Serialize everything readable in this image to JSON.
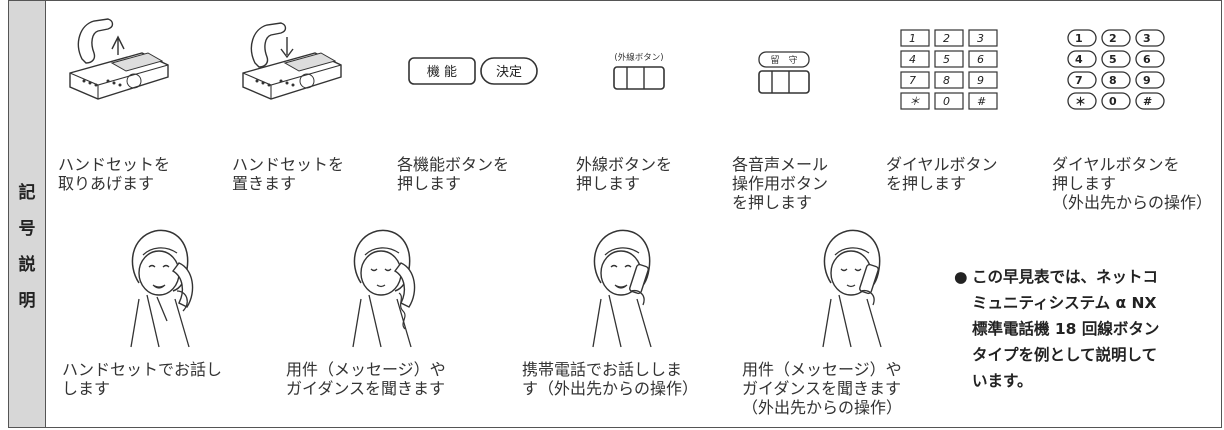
{
  "sidebar": {
    "title_chars": [
      "記",
      "号",
      "説",
      "明"
    ]
  },
  "row1": [
    {
      "lines": [
        "ハンドセットを",
        "取りあげます"
      ],
      "icon": "phone-handset-lifted-icon"
    },
    {
      "lines": [
        "ハンドセットを",
        "置きます"
      ],
      "icon": "phone-handset-placed-icon"
    },
    {
      "lines": [
        "各機能ボタンを",
        "押します"
      ],
      "icon": "function-keys-icon"
    },
    {
      "lines": [
        "外線ボタンを",
        "押します"
      ],
      "icon": "outside-line-key-icon"
    },
    {
      "lines": [
        "各音声メール",
        "操作用ボタン",
        "を押します"
      ],
      "icon": "voicemail-key-icon"
    },
    {
      "lines": [
        "ダイヤルボタン",
        "を押します"
      ],
      "icon": "dial-pad-icon"
    },
    {
      "lines": [
        "ダイヤルボタンを",
        "押します",
        "（外出先からの操作）"
      ],
      "icon": "dial-pad-letters-icon"
    }
  ],
  "row2": [
    {
      "lines": [
        "ハンドセットでお話し",
        "します"
      ],
      "icon": "woman-talking-handset-icon"
    },
    {
      "lines": [
        "用件（メッセージ）や",
        "ガイダンスを聞きます"
      ],
      "icon": "woman-listening-handset-icon"
    },
    {
      "lines": [
        "携帯電話でお話ししま",
        "す（外出先からの操作）"
      ],
      "icon": "woman-talking-mobile-icon"
    },
    {
      "lines": [
        "用件（メッセージ）や",
        "ガイダンスを聞きます",
        "（外出先からの操作）"
      ],
      "icon": "woman-listening-mobile-icon"
    }
  ],
  "keys": {
    "function": [
      "機 能",
      "決定"
    ],
    "outside_line_label": "(外線ボタン)",
    "voicemail_label": "留　守",
    "dial": [
      "1",
      "2",
      "3",
      "4",
      "5",
      "6",
      "7",
      "8",
      "9",
      "＊",
      "0",
      "#"
    ],
    "dial_letters": [
      "1",
      "2",
      "3",
      "4",
      "5",
      "6",
      "7",
      "8",
      "9",
      "＊",
      "0",
      "#"
    ]
  },
  "note": {
    "bullet": "●",
    "lines": [
      "この早見表では、ネットコ",
      "ミュニティシステム α NX",
      "標準電話機 18 回線ボタン",
      "タイプを例として説明して",
      "います。"
    ]
  }
}
